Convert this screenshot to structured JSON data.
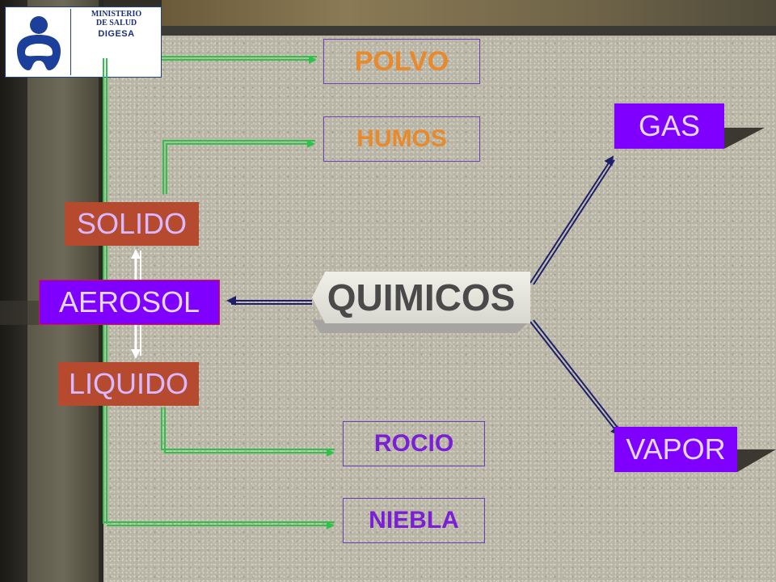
{
  "logo": {
    "line1": "MINISTERIO",
    "line2": "DE SALUD",
    "line3": "DIGESA",
    "icon": "person-icon",
    "color": "#1b3f9a"
  },
  "center": {
    "label": "QUIMICOS"
  },
  "left_states": {
    "solido": "SOLIDO",
    "aerosol": "AEROSOL",
    "liquido": "LIQUIDO"
  },
  "solid_outputs": {
    "polvo": "POLVO",
    "humos": "HUMOS"
  },
  "liquid_outputs": {
    "rocio": "ROCIO",
    "niebla": "NIEBLA"
  },
  "right_states": {
    "gas": "GAS",
    "vapor": "VAPOR"
  },
  "colors": {
    "arrow_green": "#2fc24a",
    "arrow_navy": "#1e1f6b",
    "brown": "#b64a2e",
    "purple": "#7f00ff",
    "orange_text": "#e8892c",
    "purple_text": "#7a1fd6"
  }
}
